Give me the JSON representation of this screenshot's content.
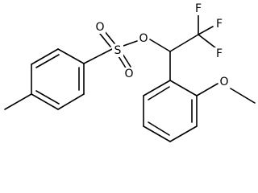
{
  "molecule": {
    "atoms": {
      "sulfur": "S",
      "ester_oxygen": "O",
      "sulfonyl_oxygen_top": "O",
      "sulfonyl_oxygen_bottom": "O",
      "fluorine_left": "F",
      "fluorine_right": "F",
      "fluorine_bottom": "F",
      "methoxy_oxygen": "O"
    },
    "colors": {
      "bond": "#000000",
      "label": "#000000",
      "background": "#ffffff"
    }
  }
}
